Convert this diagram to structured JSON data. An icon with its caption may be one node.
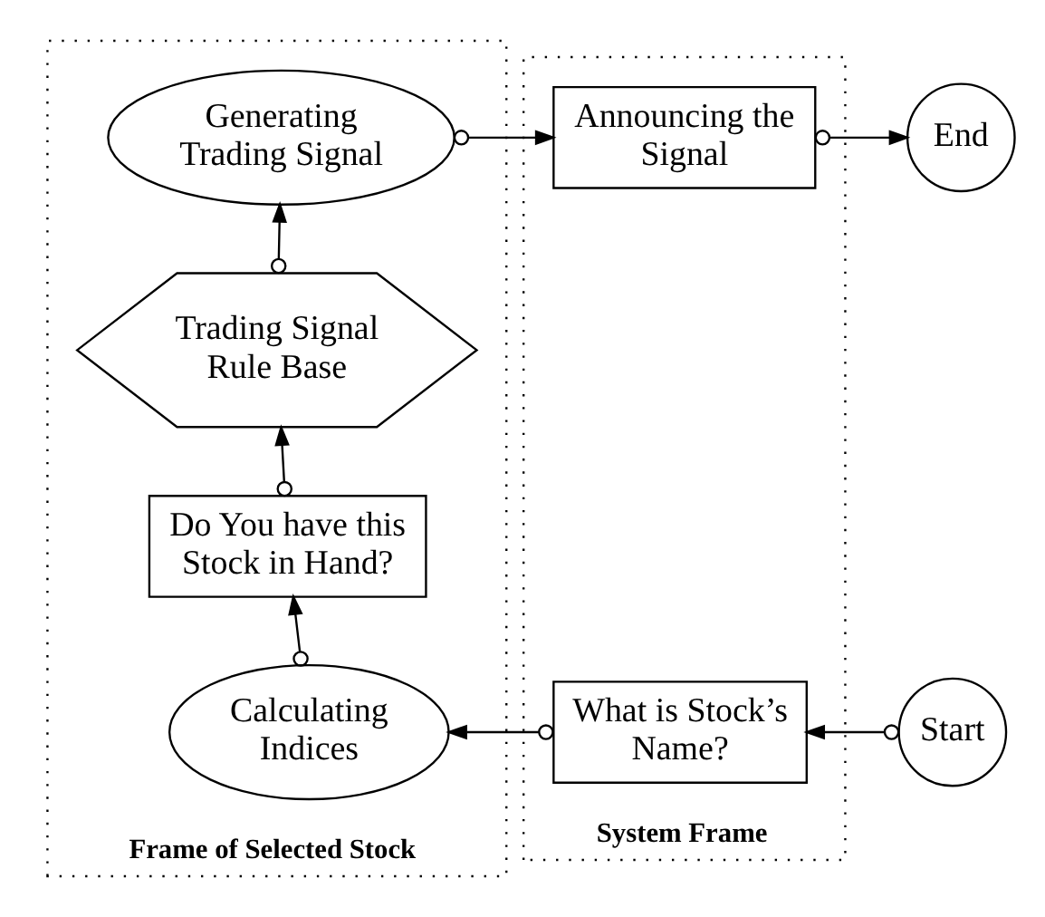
{
  "diagram": {
    "nodes": [
      {
        "text": [
          "Frame of Selected Stock"
        ]
      },
      {
        "text": [
          "Generating Trading Signal"
        ],
        "in": 0
      },
      {
        "text": [
          "Trading Signal Rule Base"
        ],
        "in": 0
      },
      {
        "text": [
          "Do You have this Stock in Hand?"
        ],
        "in": 0
      },
      {
        "text": [
          "Calculating Indices"
        ],
        "in": 0
      },
      {
        "text": [
          "System Frame"
        ]
      },
      {
        "text": [
          "Announcing the Signal"
        ],
        "in": 5
      },
      {
        "text": [
          "What is Stock’s Name?"
        ],
        "in": 5
      },
      {
        "text": [
          "End"
        ]
      },
      {
        "text": [
          "Start"
        ]
      }
    ],
    "edges": [
      {
        "from": 9,
        "to": 7,
        "arrow": "to"
      },
      {
        "from": 7,
        "to": 4,
        "arrow": "to"
      },
      {
        "from": 4,
        "to": 3,
        "arrow": "to"
      },
      {
        "from": 3,
        "to": 2,
        "arrow": "to"
      },
      {
        "from": 2,
        "to": 1,
        "arrow": "to"
      },
      {
        "from": 1,
        "to": 6,
        "arrow": "to"
      },
      {
        "from": 6,
        "to": 8,
        "arrow": "to"
      }
    ]
  }
}
